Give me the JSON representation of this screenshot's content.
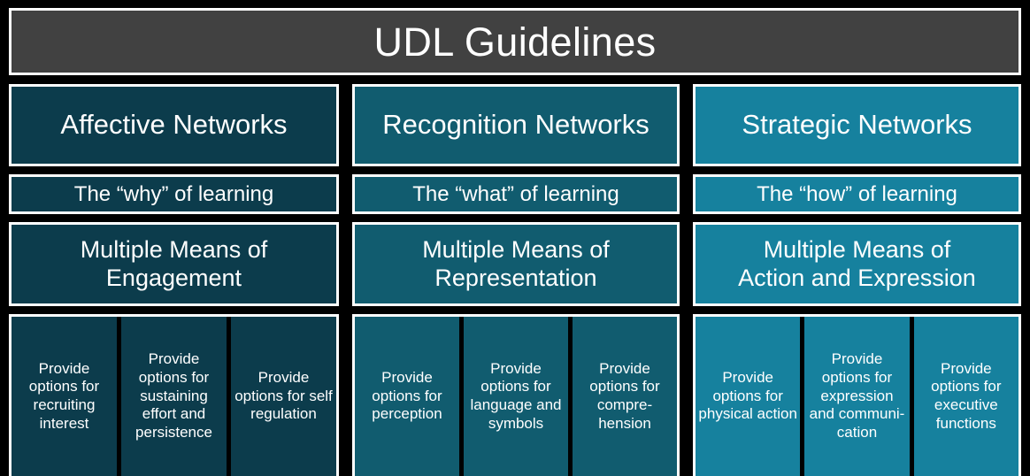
{
  "title": "UDL Guidelines",
  "colors": {
    "background": "#000000",
    "frame": "#ffffff",
    "title_bar": "#414141",
    "affective": "#0c3c4c",
    "recognition": "#115c6f",
    "strategic": "#16819e",
    "text": "#ffffff"
  },
  "columns": [
    {
      "key": "affective",
      "network": "Affective Networks",
      "learning": "The “why” of learning",
      "means_line1": "Multiple Means of",
      "means_line2": "Engagement",
      "guidelines": [
        "Provide options for recruiting interest",
        "Provide options for sustaining effort and persistence",
        "Provide options for self regulation"
      ]
    },
    {
      "key": "recognition",
      "network": "Recognition Networks",
      "learning": "The “what” of learning",
      "means_line1": "Multiple Means of",
      "means_line2": "Representation",
      "guidelines": [
        "Provide options for perception",
        "Provide options for language and symbols",
        "Provide options for compre-hension"
      ]
    },
    {
      "key": "strategic",
      "network": "Strategic Networks",
      "learning": "The “how” of learning",
      "means_line1": "Multiple Means of",
      "means_line2": "Action and Expression",
      "guidelines": [
        "Provide options for physical action",
        "Provide options for expression and communi-cation",
        "Provide options for executive functions"
      ]
    }
  ]
}
